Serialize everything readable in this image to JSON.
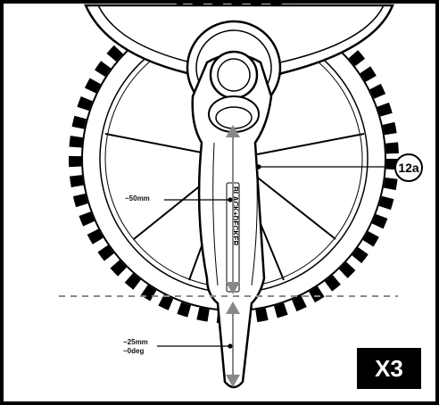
{
  "figure": {
    "callout_id": "12a",
    "step_label": "X3",
    "measure_upper": "~50mm",
    "measure_lower_lines": [
      "~25mm",
      "~0deg"
    ],
    "brand_text": "BLACK+DECKER"
  },
  "colors": {
    "line": "#000000",
    "arrow": "#888888",
    "guide": "#8a8a8a",
    "badge_bg": "#000000",
    "badge_fg": "#ffffff"
  }
}
